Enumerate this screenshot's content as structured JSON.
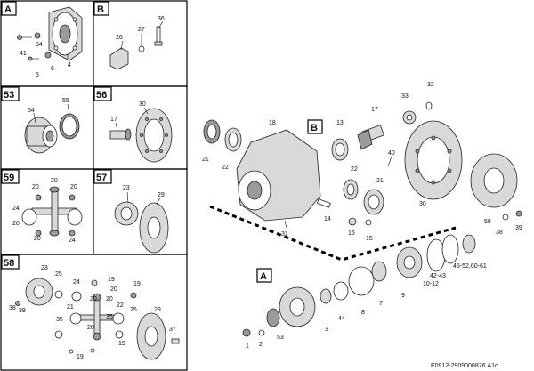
{
  "panels": {
    "A": "A",
    "B": "B",
    "p53": "53",
    "p56": "56",
    "p59": "59",
    "p57": "57",
    "p58": "58"
  },
  "reference": "E0912-2909000876.A1c",
  "callouts": {
    "A": [
      "41",
      "34",
      "6",
      "5",
      "4"
    ],
    "B": [
      "26",
      "27",
      "36"
    ],
    "p53": [
      "54",
      "55"
    ],
    "p56": [
      "17",
      "30"
    ],
    "p59": [
      "20",
      "20",
      "20",
      "24",
      "24",
      "20",
      "20"
    ],
    "p57": [
      "23",
      "29"
    ],
    "p58": [
      "23",
      "25",
      "24",
      "19",
      "20",
      "19",
      "38",
      "39",
      "20",
      "20",
      "35",
      "25",
      "21",
      "22",
      "35",
      "20",
      "19",
      "29",
      "37",
      "19"
    ],
    "main": [
      "18",
      "13",
      "17",
      "33",
      "32",
      "40",
      "21",
      "22",
      "22",
      "21",
      "14",
      "16",
      "15",
      "31",
      "30",
      "58",
      "38",
      "39",
      "45-52,60-61",
      "42-43",
      "10-12",
      "9",
      "7",
      "8",
      "44",
      "3",
      "1",
      "2",
      "53"
    ]
  },
  "main_tags": {
    "B": "B",
    "A": "A"
  }
}
